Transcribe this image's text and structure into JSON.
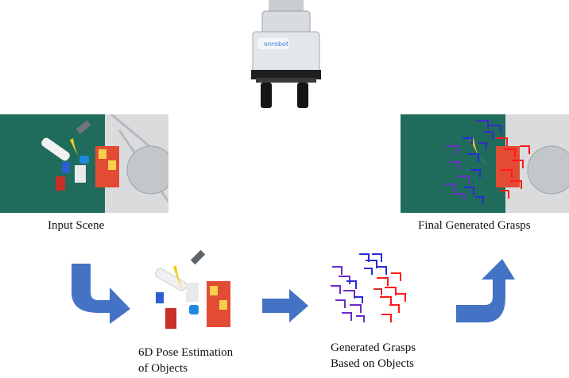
{
  "captions": {
    "input_scene": "Input Scene",
    "final_grasps": "Final Generated Grasps",
    "pose_line1": "6D Pose Estimation",
    "pose_line2": "of  Objects",
    "gen_line1": "Generated Grasps",
    "gen_line2": "Based on Objects"
  },
  "gripper": {
    "brand": "onrobot"
  },
  "colors": {
    "arrow": "#4472c4",
    "table_green": "#1f6b5c",
    "grasp_red": "#ff1a1a",
    "grasp_purple": "#6a2cc8",
    "grasp_blue": "#2a2ad8"
  },
  "icons": [
    "gripper-icon",
    "flow-arrow-icon"
  ]
}
